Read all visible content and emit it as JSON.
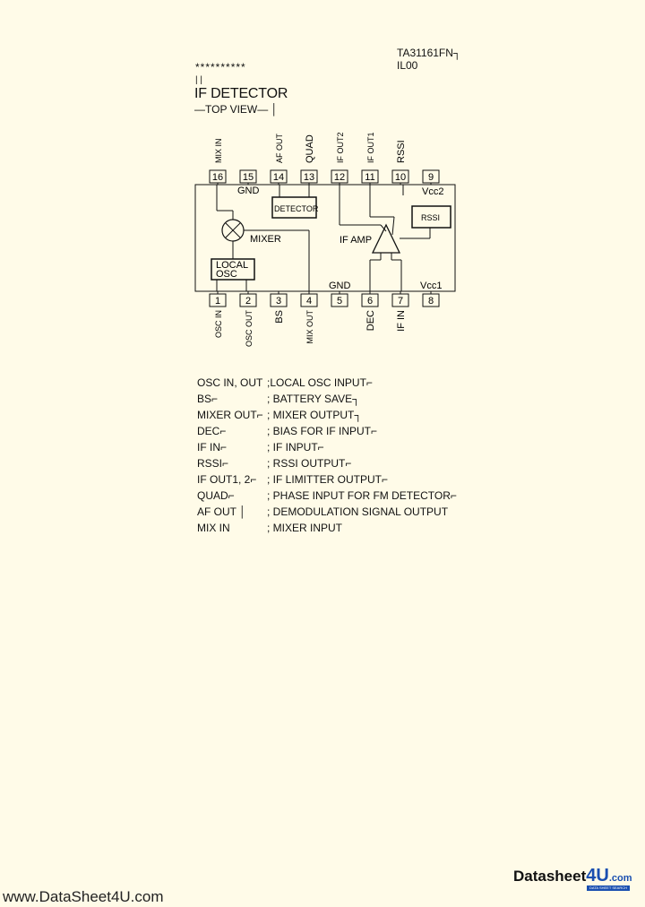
{
  "header": {
    "part_number": "TA31161FN┐",
    "sub_code": "IL00",
    "stars": "**********",
    "small_mark": "| |",
    "title": "IF DETECTOR",
    "view_label": "—TOP VIEW—  │"
  },
  "diagram": {
    "top_pins": [
      {
        "num": "16",
        "label": "MIX IN"
      },
      {
        "num": "15",
        "label": ""
      },
      {
        "num": "14",
        "label": "AF OUT"
      },
      {
        "num": "13",
        "label": "QUAD"
      },
      {
        "num": "12",
        "label": "IF OUT2"
      },
      {
        "num": "11",
        "label": "IF OUT1"
      },
      {
        "num": "10",
        "label": "RSSI"
      },
      {
        "num": "9",
        "label": ""
      }
    ],
    "bottom_pins": [
      {
        "num": "1",
        "label": "OSC IN"
      },
      {
        "num": "2",
        "label": "OSC OUT"
      },
      {
        "num": "3",
        "label": "BS"
      },
      {
        "num": "4",
        "label": "MIX OUT"
      },
      {
        "num": "5",
        "label": ""
      },
      {
        "num": "6",
        "label": "DEC"
      },
      {
        "num": "7",
        "label": "IF IN"
      },
      {
        "num": "8",
        "label": ""
      }
    ],
    "gnd_top": "GND",
    "vcc2": "Vcc2",
    "detector": "DETECTOR",
    "rssi_block": "RSSI",
    "mixer": "MIXER",
    "if_amp": "IF AMP",
    "local": "LOCAL",
    "osc": "OSC",
    "gnd_bottom": "GND",
    "vcc1": "Vcc1"
  },
  "descriptions": [
    {
      "pin": "OSC IN, OUT",
      "text": ";LOCAL OSC INPUT⌐"
    },
    {
      "pin": "BS⌐",
      "text": "; BATTERY SAVE┐"
    },
    {
      "pin": "MIXER OUT⌐",
      "text": "; MIXER OUTPUT┐"
    },
    {
      "pin": "DEC⌐",
      "text": "; BIAS FOR IF INPUT⌐"
    },
    {
      "pin": "IF IN⌐",
      "text": "; IF INPUT⌐"
    },
    {
      "pin": "RSSI⌐",
      "text": "; RSSI OUTPUT⌐"
    },
    {
      "pin": "IF OUT1, 2⌐",
      "text": "; IF LIMITTER OUTPUT⌐"
    },
    {
      "pin": "QUAD⌐",
      "text": "; PHASE INPUT FOR FM DETECTOR⌐"
    },
    {
      "pin": "AF OUT │",
      "text": "; DEMODULATION SIGNAL OUTPUT"
    },
    {
      "pin": "MIX IN",
      "text": "; MIXER INPUT"
    }
  ],
  "footer": {
    "watermark": "www.DataSheet4U.com",
    "logo_main": "Datasheet",
    "logo_accent": "4U",
    "logo_suffix": ".com",
    "logo_tagline": "DATA SHEET SEARCH"
  },
  "colors": {
    "background": "#fffbe8",
    "logo_blue": "#1a4fb0",
    "logo_red": "#c8102e"
  }
}
